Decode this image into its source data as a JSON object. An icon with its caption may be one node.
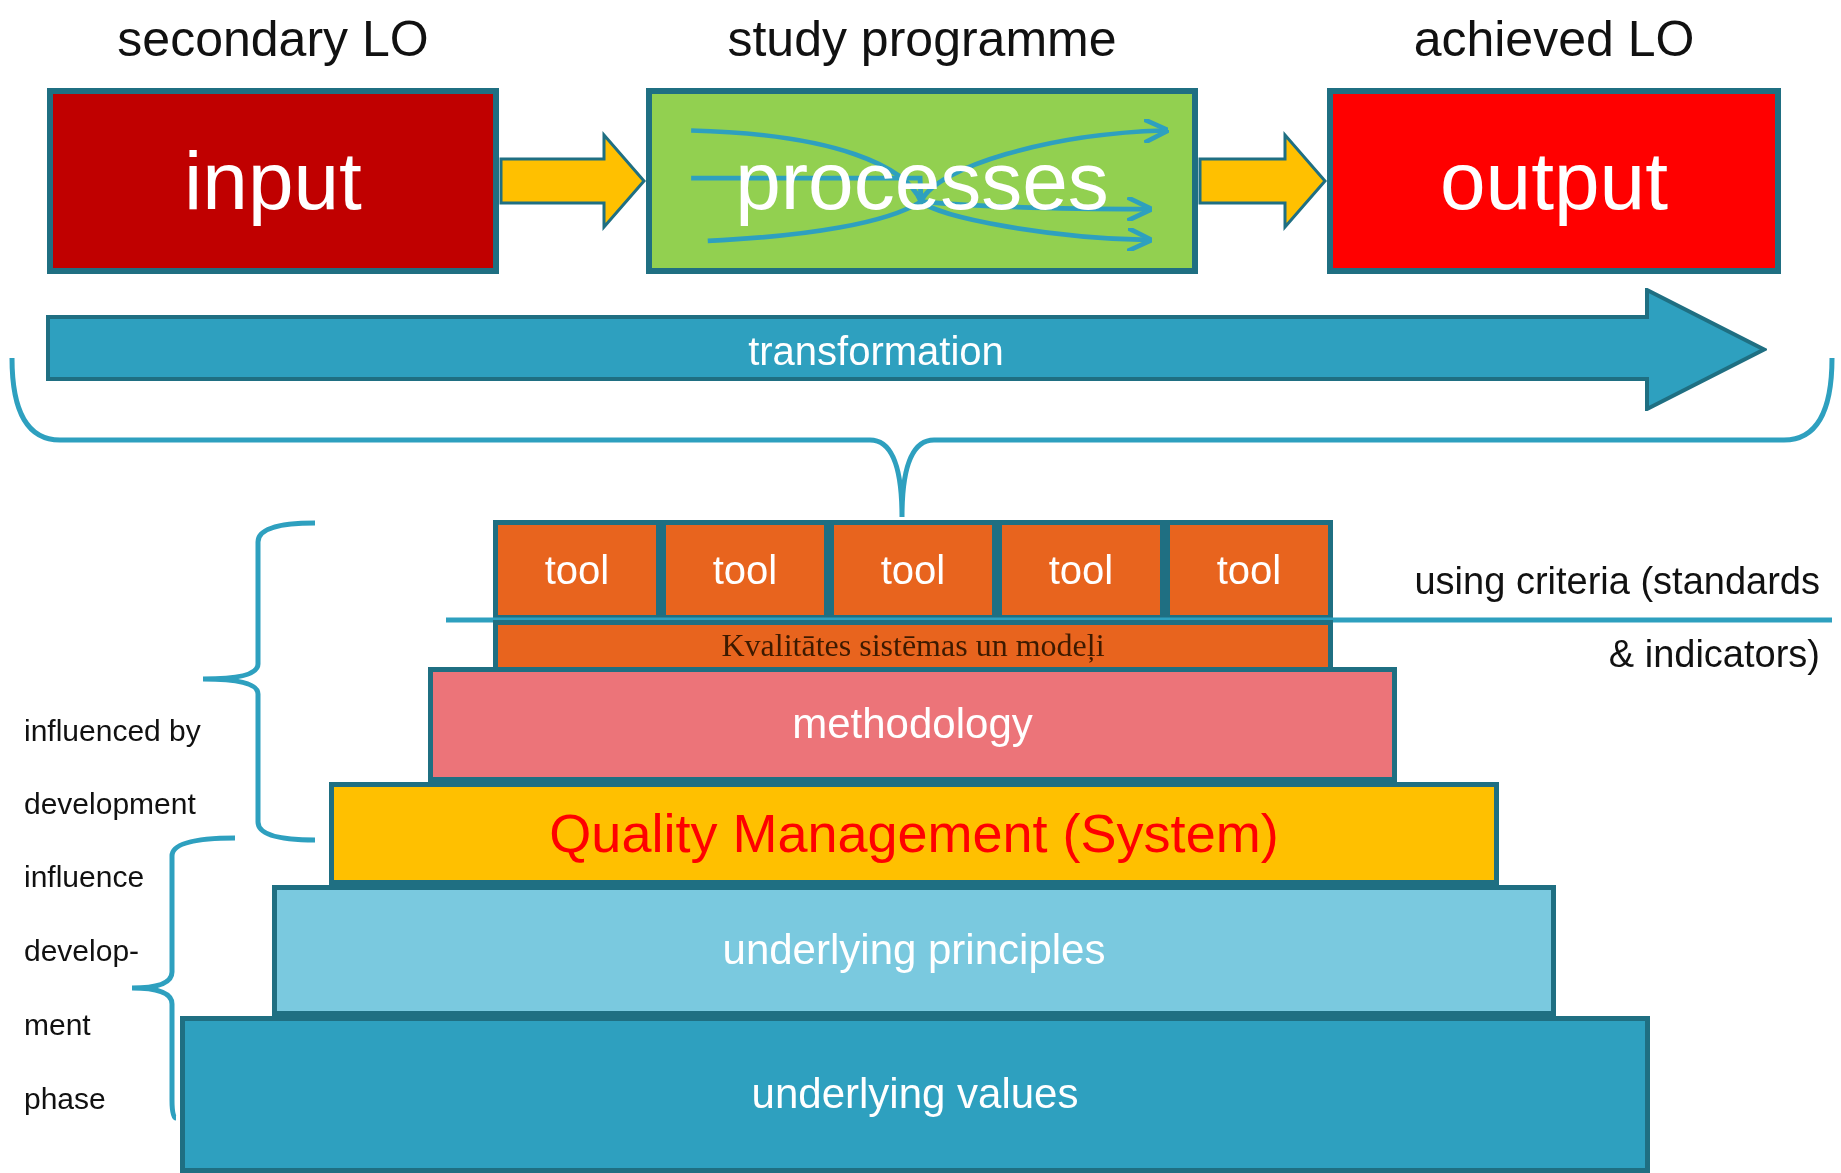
{
  "diagram": {
    "nodes": [
      {
        "text": [
          "secondary LO",
          "input"
        ]
      },
      {
        "text": [
          "study programme",
          "processes"
        ]
      },
      {
        "text": [
          "achieved LO",
          "output"
        ]
      },
      {
        "text": [
          "transformation"
        ]
      },
      {
        "text": [
          "tool"
        ]
      },
      {
        "text": [
          "tool"
        ]
      },
      {
        "text": [
          "tool"
        ]
      },
      {
        "text": [
          "tool"
        ]
      },
      {
        "text": [
          "tool"
        ]
      },
      {
        "text": [
          "methodology"
        ]
      },
      {
        "text": [
          "Quality Management (System)"
        ]
      },
      {
        "text": [
          "underlying principles"
        ]
      },
      {
        "text": [
          "underlying values"
        ]
      }
    ],
    "edges": [
      {
        "from": 0,
        "to": 1,
        "arrow": "to"
      },
      {
        "from": 1,
        "to": 2,
        "arrow": "to"
      }
    ],
    "labels": [
      "using criteria (standards & indicators)",
      "Kvalitātes sistēmas un modeļi",
      "influenced by development",
      "influence develop- ment phase"
    ]
  }
}
